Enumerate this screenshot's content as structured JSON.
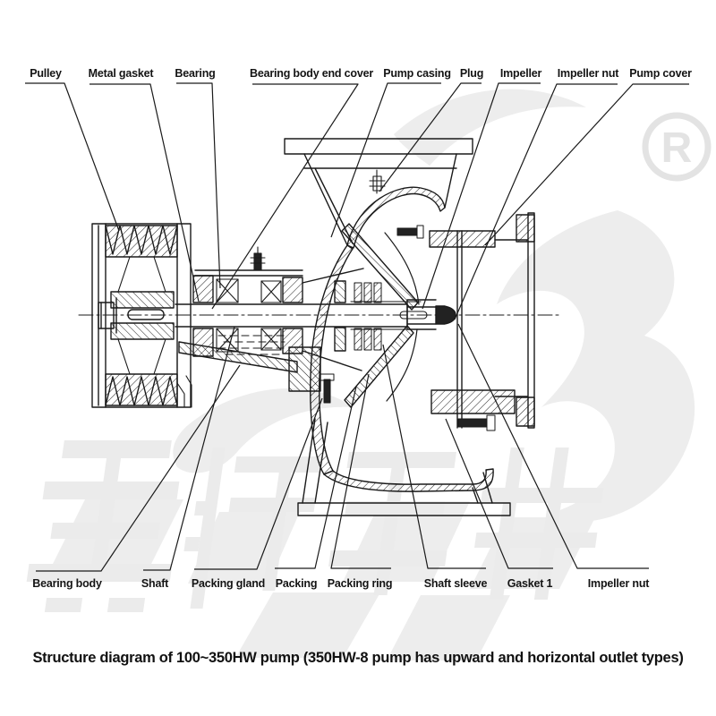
{
  "diagram": {
    "top_labels": [
      "Pulley",
      "Metal gasket",
      "Bearing",
      "Bearing body end cover",
      "Pump casing",
      "Plug",
      "Impeller",
      "Impeller nut",
      "Pump cover"
    ],
    "bottom_labels": [
      "Bearing body",
      "Shaft",
      "Packing gland",
      "Packing",
      "Packing ring",
      "Shaft sleeve",
      "Gasket 1",
      "Impeller nut"
    ],
    "caption": "Structure diagram of 100~350HW pump (350HW-8 pump has upward and horizontal outlet types)"
  },
  "watermark": {
    "registered_mark": "R"
  },
  "colors": {
    "line": "#1a1a1a",
    "label_text": "#141414",
    "watermark": "#ececec",
    "background": "#ffffff"
  }
}
